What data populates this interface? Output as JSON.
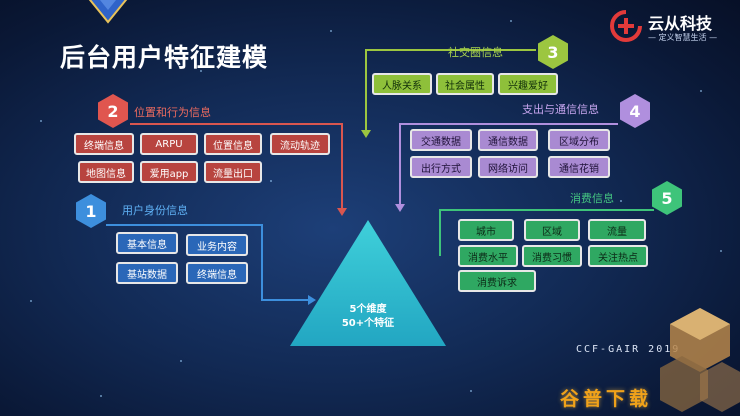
{
  "title": "后台用户特征建模",
  "brand": {
    "name": "云从科技",
    "tagline": "— 定义智慧生活 —"
  },
  "center": {
    "line1": "5个维度",
    "line2": "50+个特征"
  },
  "groups": [
    {
      "number": "1",
      "label": "用户身份信息",
      "color": "#3d8fdd",
      "items": [
        "基本信息",
        "业务内容",
        "基站数据",
        "终端信息"
      ]
    },
    {
      "number": "2",
      "label": "位置和行为信息",
      "color": "#e0564f",
      "items": [
        "终端信息",
        "ARPU",
        "位置信息",
        "流动轨迹",
        "地图信息",
        "爱用app",
        "流量出口"
      ]
    },
    {
      "number": "3",
      "label": "社交圈信息",
      "color": "#9cc640",
      "items": [
        "人脉关系",
        "社会属性",
        "兴趣爱好"
      ]
    },
    {
      "number": "4",
      "label": "支出与通信信息",
      "color": "#b08fde",
      "items": [
        "交通数据",
        "通信数据",
        "区域分布",
        "出行方式",
        "网络访问",
        "通信花销"
      ]
    },
    {
      "number": "5",
      "label": "消费信息",
      "color": "#3ec47a",
      "items": [
        "城市",
        "区域",
        "流量",
        "消费水平",
        "消费习惯",
        "关注热点",
        "消费诉求"
      ]
    }
  ],
  "event": "CCF-GAIR 2019",
  "watermark": "谷普下载"
}
